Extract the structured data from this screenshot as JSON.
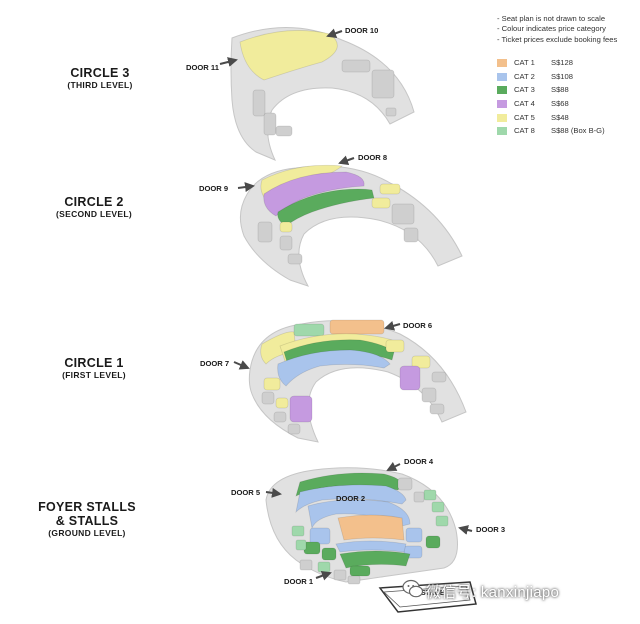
{
  "levels": [
    {
      "title": "CIRCLE 3",
      "subtitle": "(THIRD LEVEL)"
    },
    {
      "title": "CIRCLE 2",
      "subtitle": "(SECOND LEVEL)"
    },
    {
      "title": "CIRCLE 1",
      "subtitle": "(FIRST LEVEL)"
    },
    {
      "title": "FOYER STALLS",
      "title2": "& STALLS",
      "subtitle": "(GROUND LEVEL)"
    }
  ],
  "notes": [
    "- Seat plan is not drawn to scale",
    "- Colour indicates price category",
    "- Ticket prices exclude booking fees"
  ],
  "legend": [
    {
      "cat": "CAT 1",
      "price": "S$128",
      "color": "#f3c08c"
    },
    {
      "cat": "CAT 2",
      "price": "S$108",
      "color": "#a9c4ec"
    },
    {
      "cat": "CAT 3",
      "price": "S$88",
      "color": "#5aab5d"
    },
    {
      "cat": "CAT 4",
      "price": "S$68",
      "color": "#c59ae0"
    },
    {
      "cat": "CAT 5",
      "price": "S$48",
      "color": "#f1ec9c"
    },
    {
      "cat": "CAT 8",
      "price": "S$88 (Box B-G)",
      "color": "#9fd8ab"
    }
  ],
  "doors": {
    "door10": "DOOR 10",
    "door11": "DOOR 11",
    "door8": "DOOR 8",
    "door9": "DOOR 9",
    "door6": "DOOR 6",
    "door7": "DOOR 7",
    "door4": "DOOR 4",
    "door5": "DOOR 5",
    "door2": "DOOR 2",
    "door3": "DOOR 3",
    "door1": "DOOR 1"
  },
  "stage_label": "STAGE",
  "watermark": "微信号: kanxinjiapo",
  "colors": {
    "base": "#e1e1e1",
    "base_edge": "#c6c6c6",
    "block": "#cfcfcf",
    "cat1": "#f3c08c",
    "cat2": "#a9c4ec",
    "cat3": "#5aab5d",
    "cat4": "#c59ae0",
    "cat5": "#f1ec9c",
    "cat8": "#9fd8ab",
    "arrow": "#4a4a4a"
  }
}
